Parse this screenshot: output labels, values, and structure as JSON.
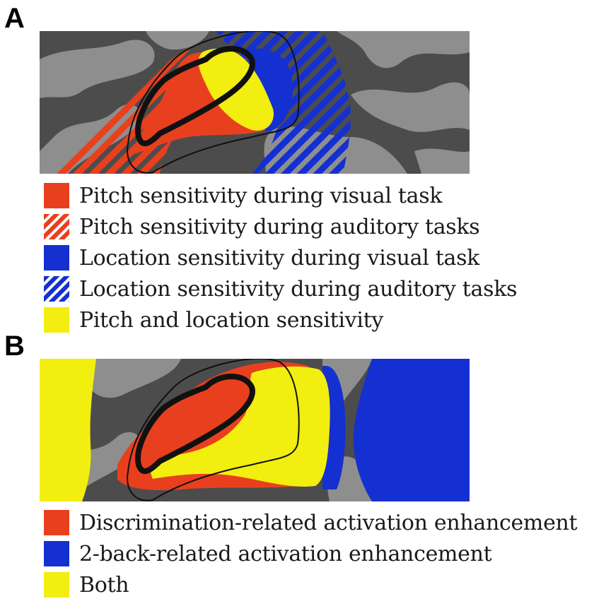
{
  "panels": [
    {
      "letter": "A",
      "legend": [
        {
          "label": "Pitch sensitivity during visual task",
          "pattern": "solid",
          "color": "#e8401e"
        },
        {
          "label": "Pitch sensitivity during auditory tasks",
          "pattern": "hatched",
          "color": "#e8401e"
        },
        {
          "label": "Location sensitivity during visual task",
          "pattern": "solid",
          "color": "#1530d0"
        },
        {
          "label": "Location sensitivity during auditory tasks",
          "pattern": "hatched",
          "color": "#1530d0"
        },
        {
          "label": "Pitch and location sensitivity",
          "pattern": "solid",
          "color": "#f2ee10"
        }
      ]
    },
    {
      "letter": "B",
      "legend": [
        {
          "label": "Discrimination-related activation enhancement",
          "pattern": "solid",
          "color": "#e8401e"
        },
        {
          "label": "2-back-related activation enhancement",
          "pattern": "solid",
          "color": "#1530d0"
        },
        {
          "label": "Both",
          "pattern": "solid",
          "color": "#f2ee10"
        }
      ]
    }
  ],
  "colors": {
    "brain_dark": "#4c4c4c",
    "brain_light": "#8e8e8e",
    "outline": "#111111"
  }
}
